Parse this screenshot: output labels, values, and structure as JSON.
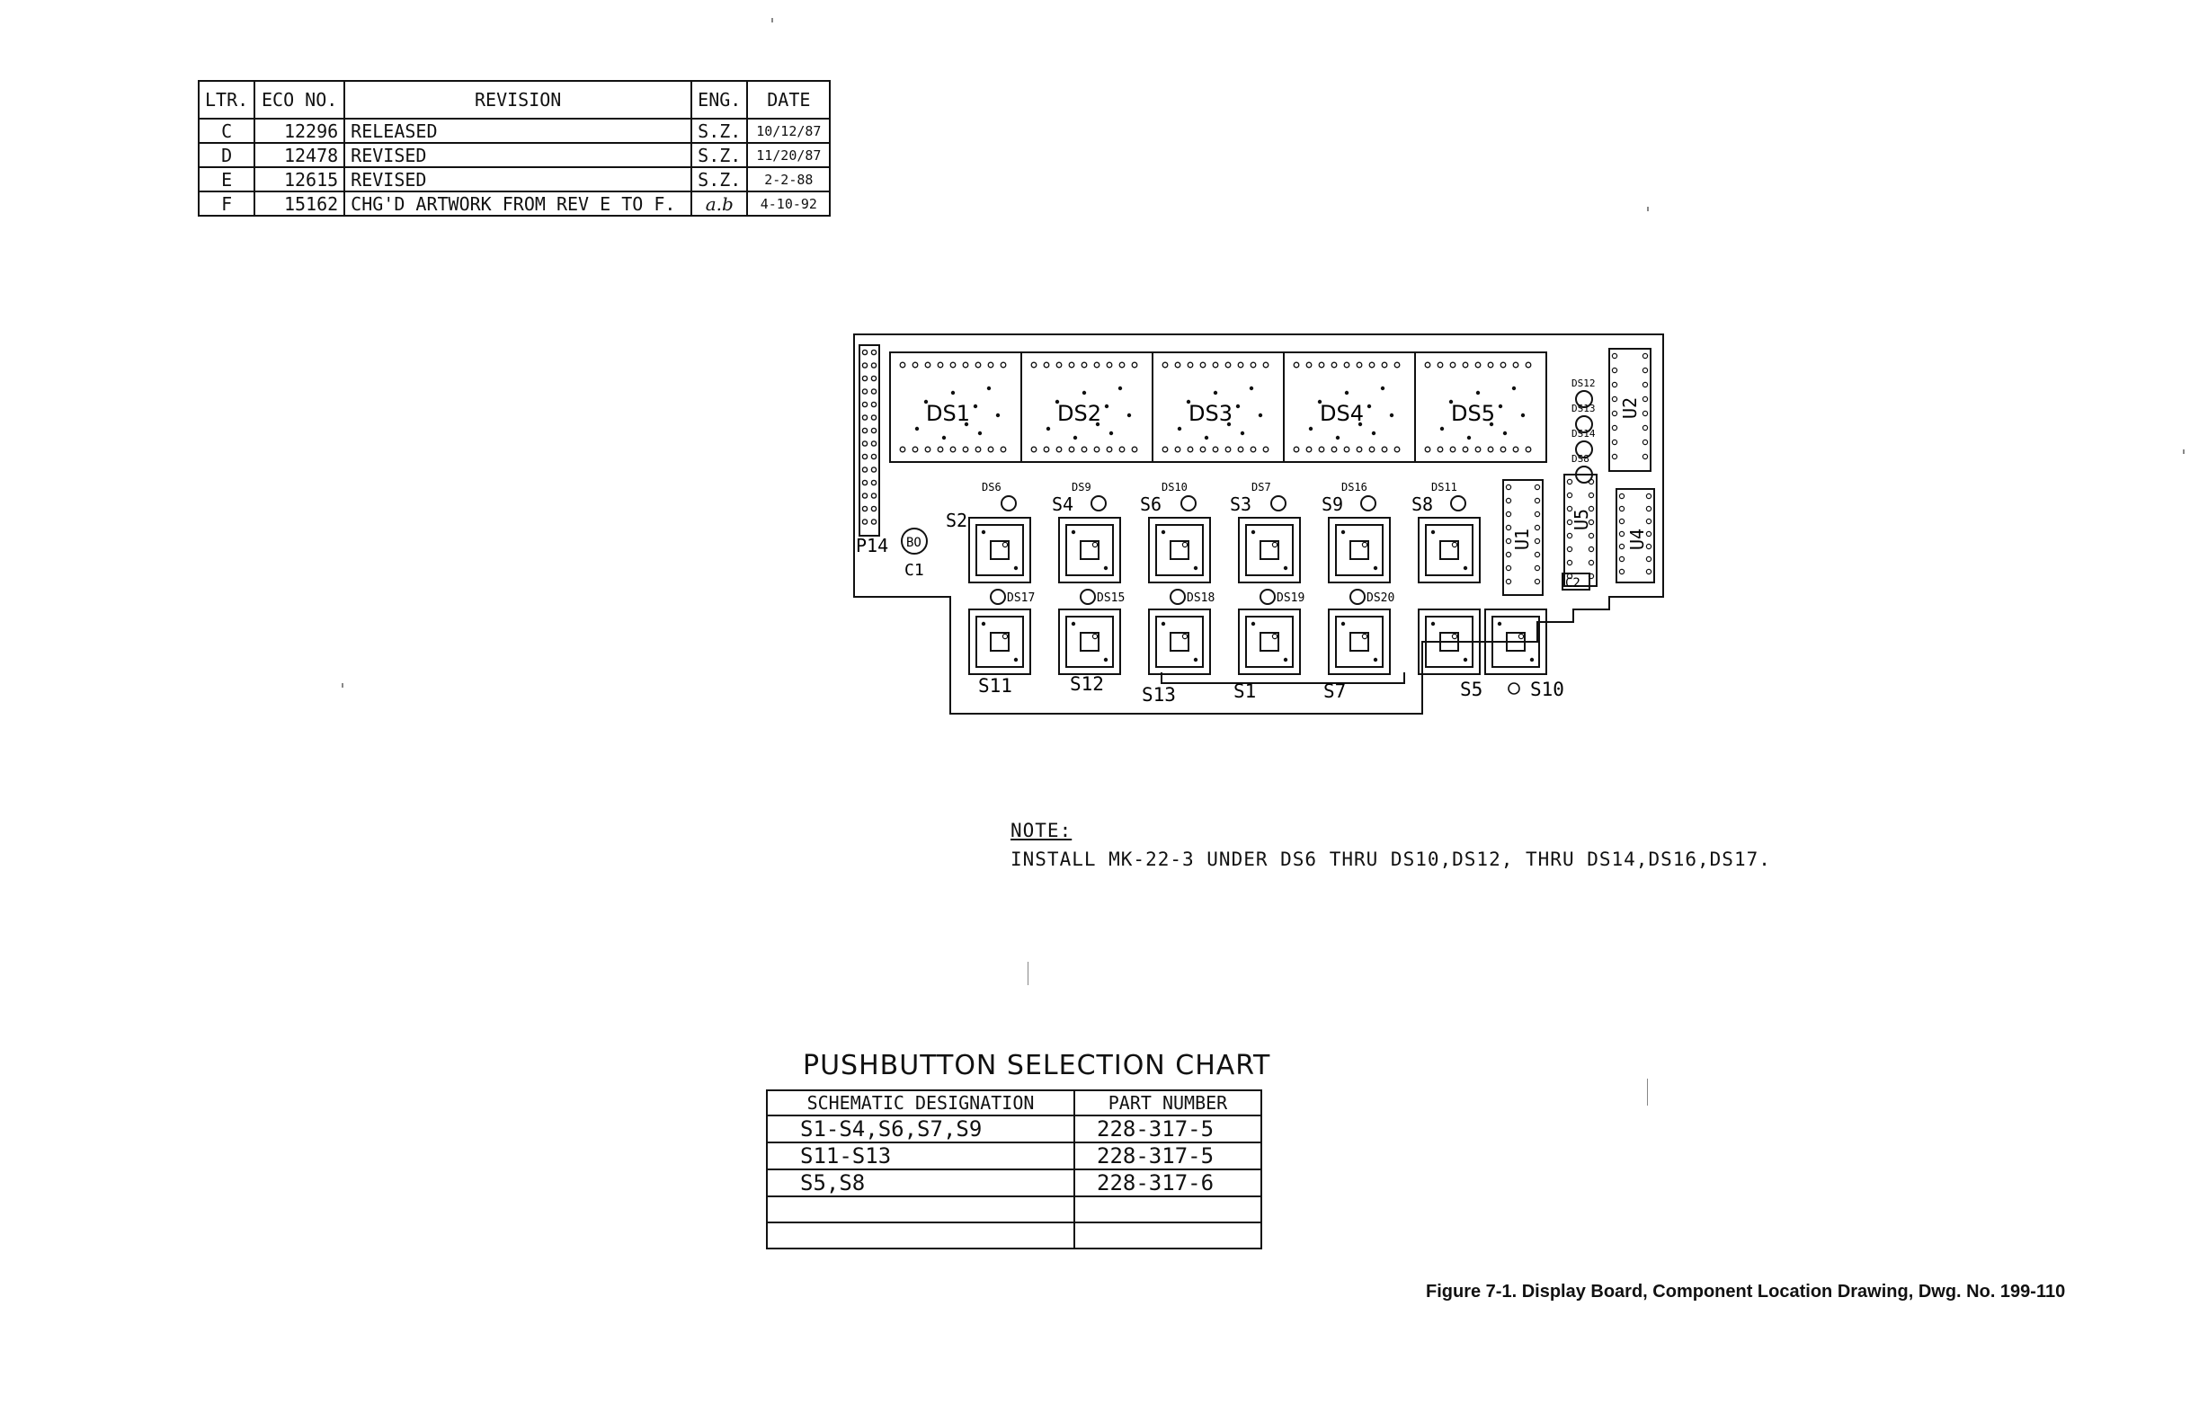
{
  "revision_table": {
    "headers": [
      "LTR.",
      "ECO NO.",
      "REVISION",
      "ENG.",
      "DATE"
    ],
    "rows": [
      {
        "ltr": "C",
        "eco": "12296",
        "revision": "RELEASED",
        "eng": "S.Z.",
        "date": "10/12/87"
      },
      {
        "ltr": "D",
        "eco": "12478",
        "revision": "REVISED",
        "eng": "S.Z.",
        "date": "11/20/87"
      },
      {
        "ltr": "E",
        "eco": "12615",
        "revision": "REVISED",
        "eng": "S.Z.",
        "date": "2-2-88"
      },
      {
        "ltr": "F",
        "eco": "15162",
        "revision": "CHG'D ARTWORK FROM REV E TO F.",
        "eng": "a.b",
        "date": "4-10-92"
      }
    ]
  },
  "board": {
    "displays": [
      "DS1",
      "DS2",
      "DS3",
      "DS4",
      "DS5"
    ],
    "connector": "P14",
    "capacitors": [
      "C1",
      "C2"
    ],
    "ics": [
      "U1",
      "U2",
      "U4",
      "U5"
    ],
    "side_leds": [
      "DS12",
      "DS13",
      "DS14",
      "DS8"
    ],
    "top_row_labels": [
      {
        "sw": "S2",
        "led": "DS6"
      },
      {
        "sw": "S4",
        "led": "DS9"
      },
      {
        "sw": "S6",
        "led": "DS10"
      },
      {
        "sw": "S3",
        "led": "DS7"
      },
      {
        "sw": "S9",
        "led": "DS16"
      },
      {
        "sw": "S8",
        "led": "DS11"
      }
    ],
    "mid_leds": [
      "DS17",
      "DS15",
      "DS18",
      "DS19",
      "DS20"
    ],
    "bottom_switches": [
      "S11",
      "S12",
      "S13",
      "S1",
      "S7",
      "S5",
      "S10"
    ]
  },
  "note": {
    "title": "NOTE:",
    "text": "INSTALL MK-22-3 UNDER DS6 THRU DS10,DS12, THRU DS14,DS16,DS17."
  },
  "pushbutton_chart": {
    "title": "PUSHBUTTON SELECTION CHART",
    "headers": [
      "SCHEMATIC DESIGNATION",
      "PART NUMBER"
    ],
    "rows": [
      {
        "designation": "S1-S4,S6,S7,S9",
        "part": "228-317-5"
      },
      {
        "designation": "S11-S13",
        "part": "228-317-5"
      },
      {
        "designation": "S5,S8",
        "part": "228-317-6"
      },
      {
        "designation": "",
        "part": ""
      },
      {
        "designation": "",
        "part": ""
      }
    ]
  },
  "caption": "Figure 7-1. Display Board, Component Location Drawing, Dwg. No. 199-110"
}
